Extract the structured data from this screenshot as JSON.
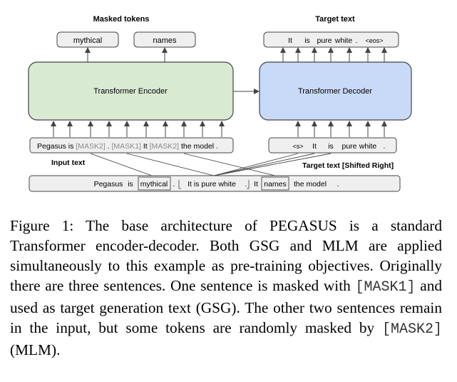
{
  "labels": {
    "masked_tokens": "Masked tokens",
    "target_text": "Target text",
    "input_text": "Input text",
    "target_text_shifted": "Target text [Shifted Right]"
  },
  "masked_outputs": [
    "mythical",
    "names"
  ],
  "target_output": [
    "It",
    "is",
    "pure",
    "white",
    ".",
    "<eos>"
  ],
  "encoder_label": "Transformer Encoder",
  "decoder_label": "Transformer Decoder",
  "encoder_input": {
    "pegasus": "Pegasus",
    "is": "is",
    "mask2_a": "[MASK2]",
    "dot1": ".",
    "mask1": "[MASK1]",
    "it": "It",
    "mask2_b": "[MASK2]",
    "the_model": "the model",
    "dot2": "."
  },
  "decoder_input": [
    "<s>",
    "It",
    "is",
    "pure",
    "white",
    "."
  ],
  "original": {
    "pegasus": "Pegasus",
    "is": "is",
    "mythical": "mythical",
    "dot1": ".",
    "sentence": "It is pure white",
    "dot2": ".",
    "it": "It",
    "names": "names",
    "the_model": "the model",
    "dot3": "."
  },
  "caption": {
    "part1": "Figure 1: The base architecture of PEGASUS is a standard Transformer encoder-decoder. Both GSG and MLM are applied simultaneously to this example as pre-training objectives. Originally there are three sentences. One sentence is masked with ",
    "mask1": "[MASK1]",
    "part2": " and used as target generation text (GSG). The other two sentences remain in the input, but some tokens are randomly masked by ",
    "mask2": "[MASK2]",
    "part3": " (MLM)."
  },
  "colors": {
    "encoder_fill": "#d9ead3",
    "decoder_fill": "#c9daf8",
    "box_fill": "#efefef",
    "stroke": "#444444",
    "mask_gray": "#8a8a8a"
  }
}
